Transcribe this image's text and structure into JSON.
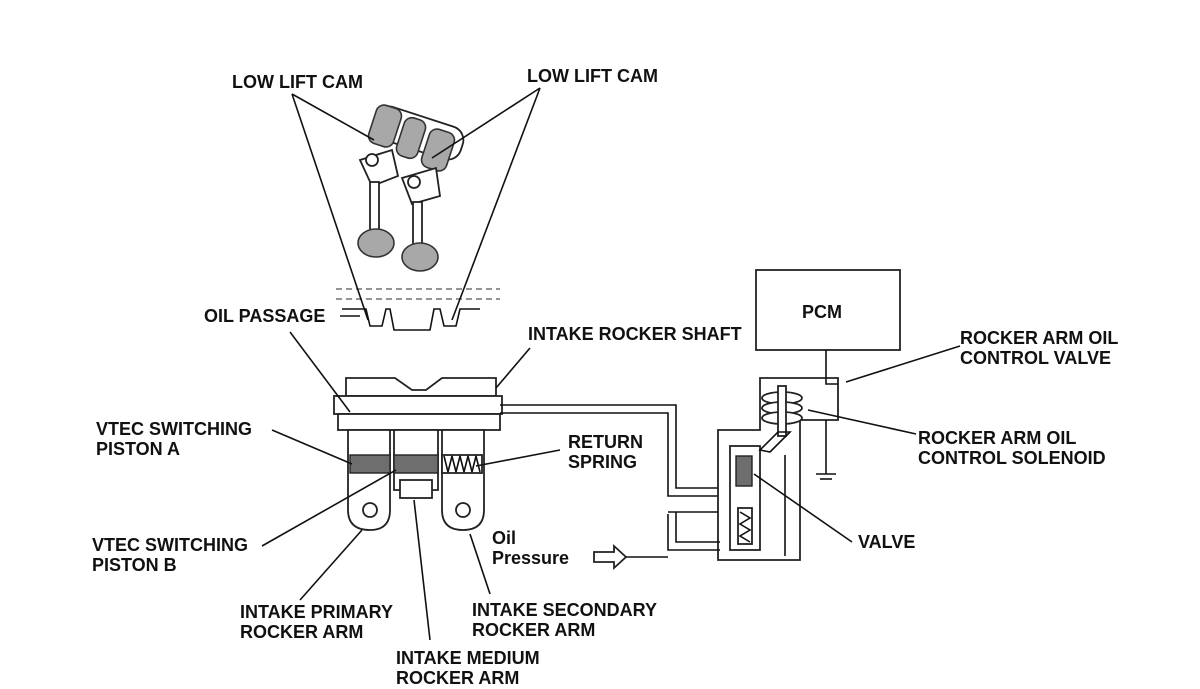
{
  "labels": {
    "low_lift_cam_left": "LOW LIFT CAM",
    "low_lift_cam_right": "LOW LIFT CAM",
    "oil_passage": "OIL PASSAGE",
    "intake_rocker_shaft": "INTAKE ROCKER SHAFT",
    "pcm": "PCM",
    "rocker_arm_oil_control_valve": [
      "ROCKER ARM OIL",
      "CONTROL VALVE"
    ],
    "rocker_arm_oil_control_solenoid": [
      "ROCKER ARM OIL",
      "CONTROL SOLENOID"
    ],
    "vtec_switching_piston_a": [
      "VTEC SWITCHING",
      "PISTON A"
    ],
    "return_spring": [
      "RETURN",
      "SPRING"
    ],
    "vtec_switching_piston_b": [
      "VTEC SWITCHING",
      "PISTON B"
    ],
    "oil_pressure": [
      "Oil",
      "Pressure"
    ],
    "valve": "VALVE",
    "intake_primary_rocker_arm": [
      "INTAKE PRIMARY",
      "ROCKER ARM"
    ],
    "intake_secondary_rocker_arm": [
      "INTAKE SECONDARY",
      "ROCKER ARM"
    ],
    "intake_medium_rocker_arm": [
      "INTAKE MEDIUM",
      "ROCKER ARM"
    ]
  },
  "colors": {
    "ink": "#111111",
    "metal_light": "#a8a8a8",
    "metal_dark": "#6e6e6e",
    "background": "#ffffff"
  }
}
